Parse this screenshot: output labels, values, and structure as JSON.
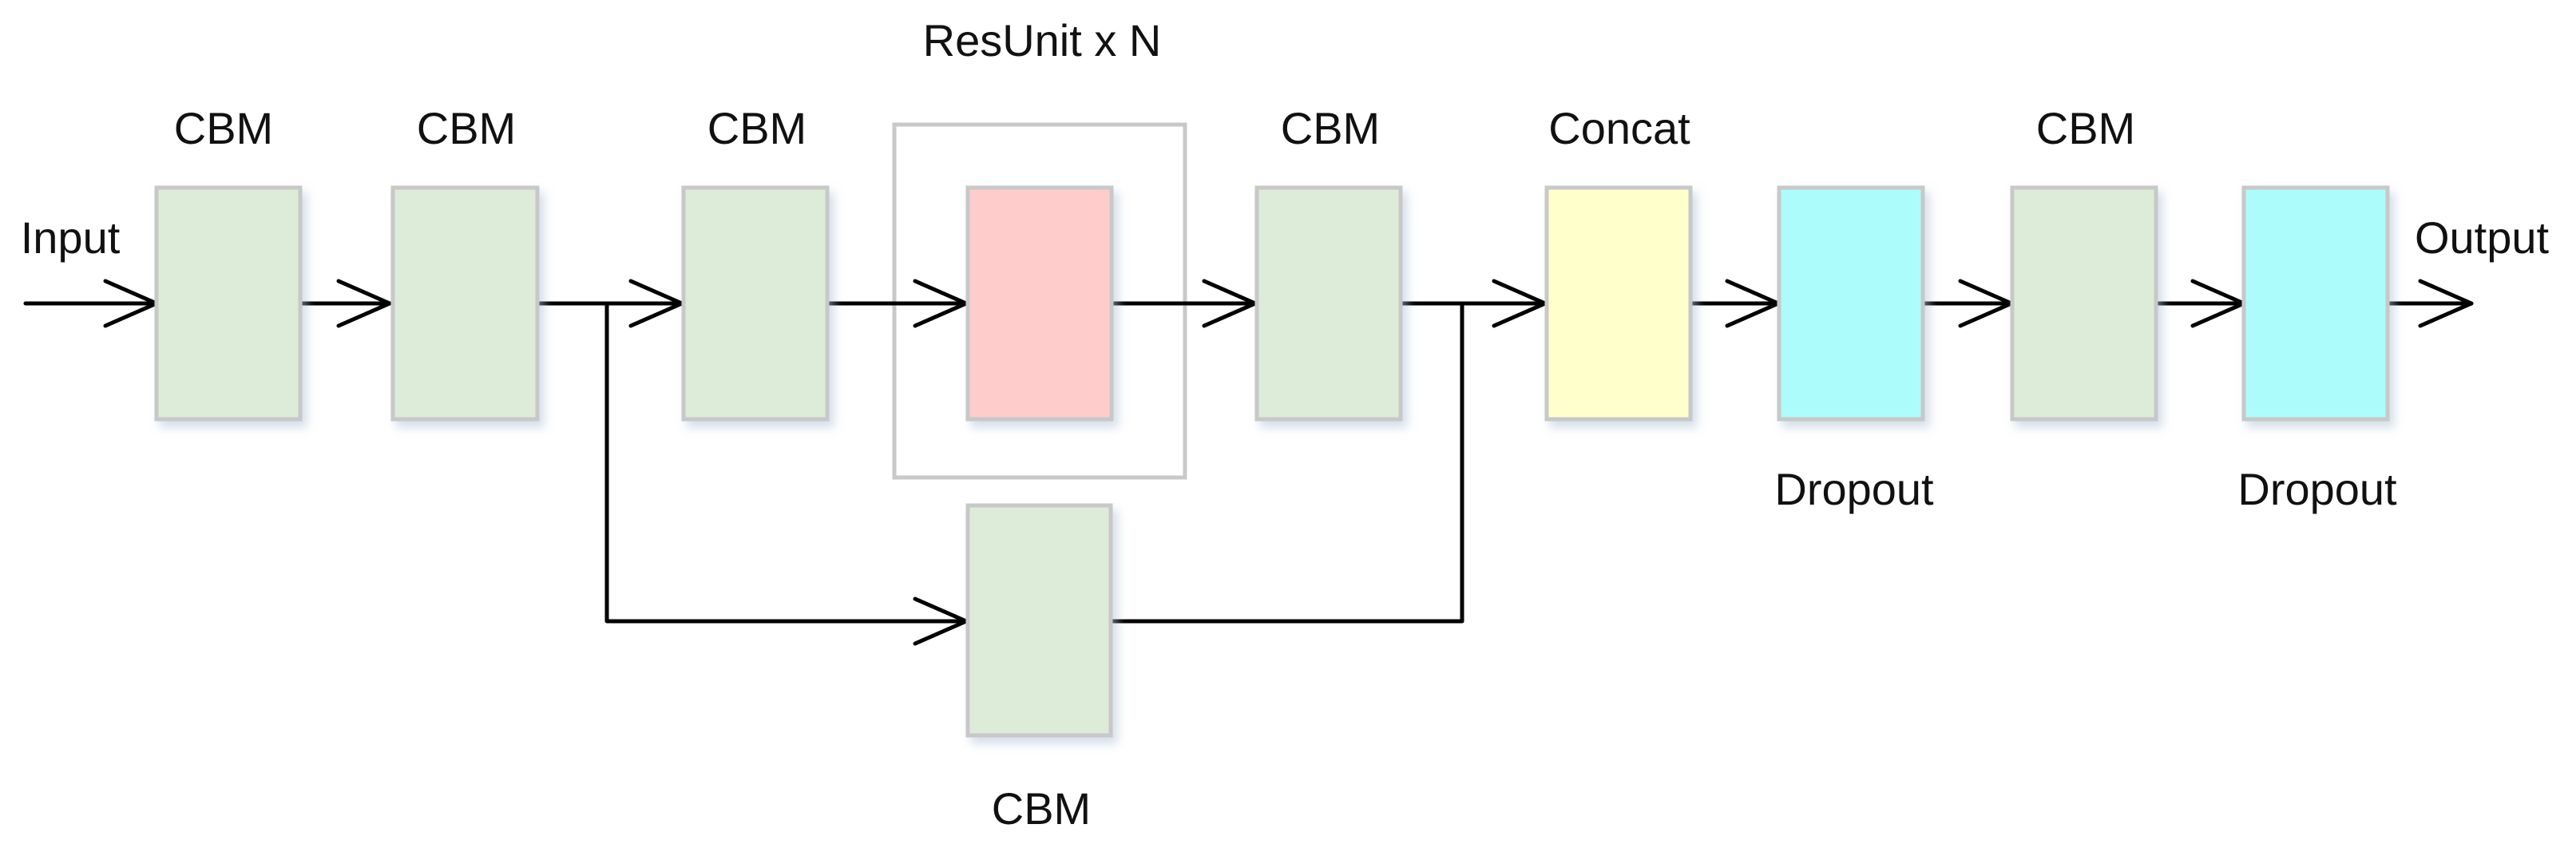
{
  "diagram": {
    "input_label": "Input",
    "output_label": "Output",
    "group_label": "ResUnit x N",
    "blocks": [
      {
        "label": "CBM",
        "color": "#dcecd8"
      },
      {
        "label": "CBM",
        "color": "#dcecd8"
      },
      {
        "label": "CBM",
        "color": "#dcecd8"
      },
      {
        "label": "",
        "color": "#ffcccc"
      },
      {
        "label": "CBM",
        "color": "#dcecd8"
      },
      {
        "label": "Concat",
        "color": "#ffffcc"
      },
      {
        "label": "Dropout",
        "color": "#adfcfc"
      },
      {
        "label": "CBM",
        "color": "#dcecd8"
      },
      {
        "label": "Dropout",
        "color": "#adfcfc"
      },
      {
        "label": "CBM",
        "color": "#dcecd8"
      }
    ],
    "box_border_color": "#c8c8c8",
    "line_color": "#000000"
  }
}
